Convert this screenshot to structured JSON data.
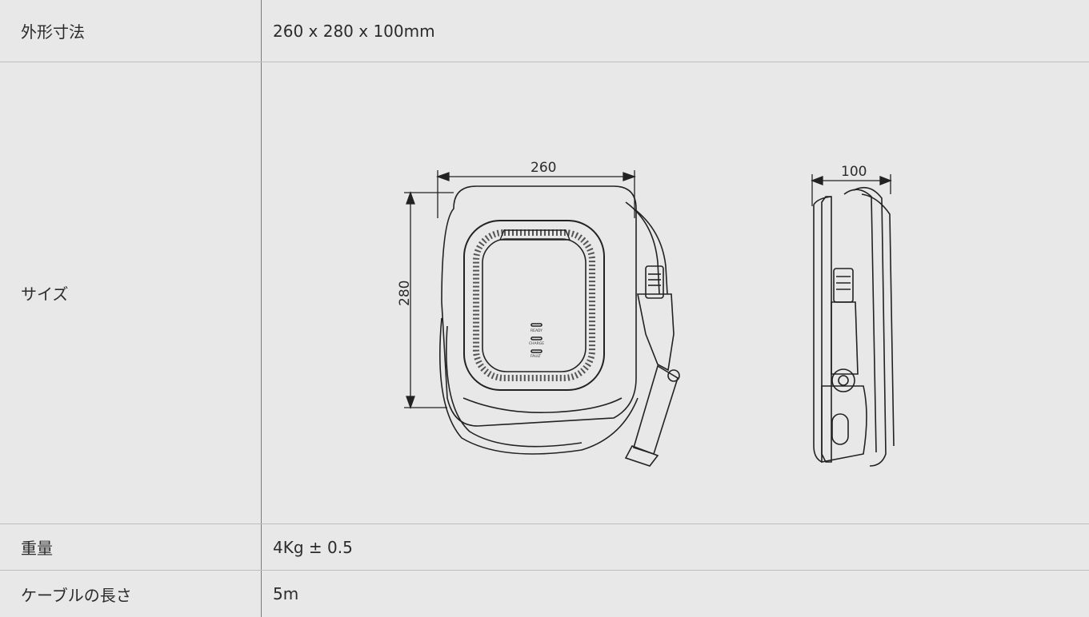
{
  "rows": [
    {
      "label": "外形寸法",
      "value": "260 x 280 x 100mm"
    },
    {
      "label": "サイズ",
      "value": ""
    },
    {
      "label": "重量",
      "value": "4Kg ± 0.5"
    },
    {
      "label": "ケーブルの長さ",
      "value": "5m"
    }
  ],
  "drawing": {
    "front_width_label": "260",
    "front_height_label": "280",
    "side_depth_label": "100",
    "led_labels": [
      "READY",
      "CHARGE",
      "FAULT"
    ]
  }
}
